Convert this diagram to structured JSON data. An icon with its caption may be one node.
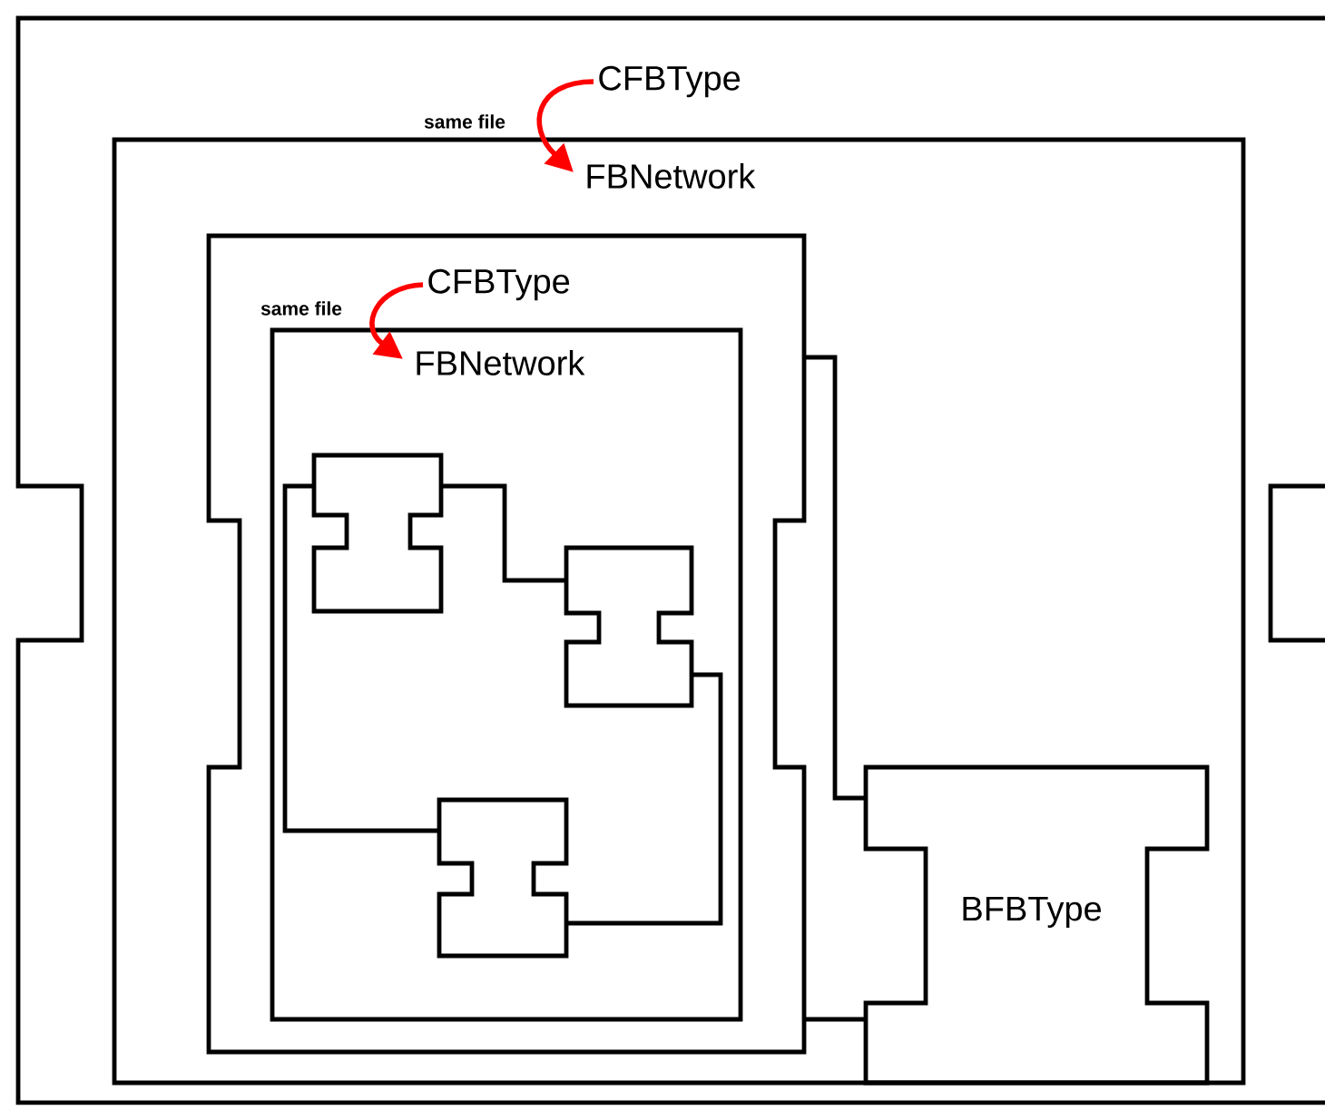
{
  "diagram": {
    "nodes": [
      {
        "text": [
          "CFBType"
        ]
      },
      {
        "text": [
          "FBNetwork"
        ],
        "in": 0
      },
      {
        "text": [
          "CFBType"
        ],
        "in": 1
      },
      {
        "text": [
          "FBNetwork"
        ],
        "in": 2
      },
      {
        "text": [],
        "shape": "box",
        "in": 3
      },
      {
        "text": [],
        "shape": "box",
        "in": 3
      },
      {
        "text": [],
        "shape": "box",
        "in": 3
      },
      {
        "text": [
          "BFBType"
        ],
        "in": 1
      }
    ],
    "edges": [
      {
        "from": 0,
        "to": 1,
        "arrow": "to",
        "label": "same file",
        "color": "#ff0000"
      },
      {
        "from": 2,
        "to": 3,
        "arrow": "to",
        "label": "same file",
        "color": "#ff0000"
      },
      {
        "from": 4,
        "to": 6,
        "arrow": "none"
      },
      {
        "from": 4,
        "to": 5,
        "arrow": "none"
      },
      {
        "from": 5,
        "to": 6,
        "arrow": "none"
      },
      {
        "from": 2,
        "to": 7,
        "arrow": "none"
      },
      {
        "from": 2,
        "to": 7,
        "arrow": "none"
      }
    ]
  }
}
